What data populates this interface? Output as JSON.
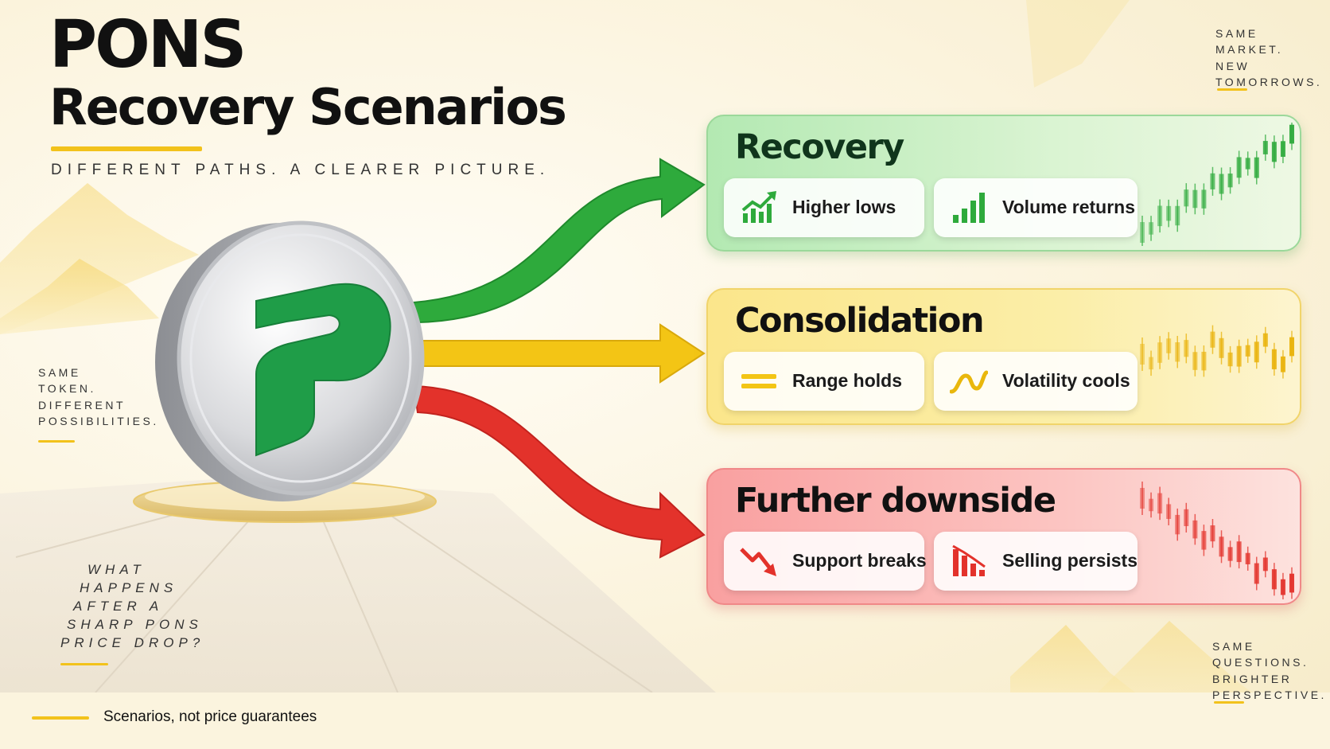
{
  "title": {
    "main": "PONS",
    "sub": "Recovery Scenarios"
  },
  "tagline": "DIFFERENT PATHS. A CLEARER PICTURE.",
  "side_notes": {
    "top_right": [
      "SAME",
      "MARKET.",
      "NEW",
      "TOMORROWS."
    ],
    "left": [
      "SAME",
      "TOKEN.",
      "DIFFERENT",
      "POSSIBILITIES."
    ],
    "bottom_right": [
      "SAME",
      "QUESTIONS.",
      "BRIGHTER",
      "PERSPECTIVE."
    ]
  },
  "question": [
    "WHAT",
    "HAPPENS",
    "AFTER A",
    "SHARP PONS",
    "PRICE DROP?"
  ],
  "coin": {
    "letter": "P",
    "color": "#1f9d48"
  },
  "colors": {
    "green": "#2eaa3c",
    "yellow": "#f3c515",
    "red": "#e3322b",
    "accent": "#f2c21b"
  },
  "scenarios": [
    {
      "title": "Recovery",
      "color": "#2eaa3c",
      "chips": [
        {
          "label": "Higher lows",
          "icon": "rising-chart-icon"
        },
        {
          "label": "Volume returns",
          "icon": "volume-bars-icon"
        }
      ],
      "trend": "up"
    },
    {
      "title": "Consolidation",
      "color": "#f3c515",
      "chips": [
        {
          "label": "Range holds",
          "icon": "range-lines-icon"
        },
        {
          "label": "Volatility cools",
          "icon": "wave-icon"
        }
      ],
      "trend": "flat"
    },
    {
      "title": "Further downside",
      "color": "#e3322b",
      "chips": [
        {
          "label": "Support breaks",
          "icon": "falling-arrow-icon"
        },
        {
          "label": "Selling persists",
          "icon": "declining-bars-icon"
        }
      ],
      "trend": "down"
    }
  ],
  "footer": "Scenarios, not price guarantees"
}
